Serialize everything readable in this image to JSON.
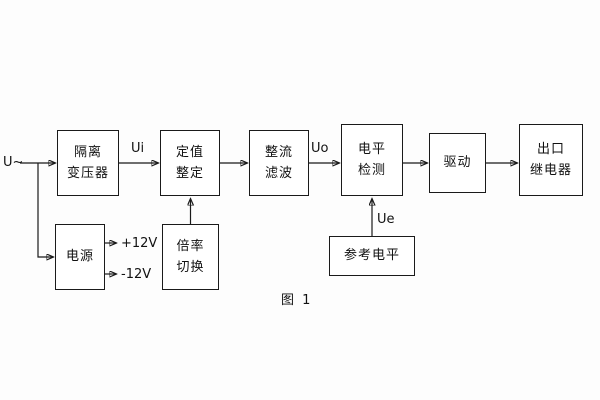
{
  "diagram": {
    "caption": "图 1",
    "blocks": {
      "isolation_transformer": {
        "line1": "隔离",
        "line2": "变压器"
      },
      "setting": {
        "line1": "定值",
        "line2": "整定"
      },
      "rectifier_filter": {
        "line1": "整流",
        "line2": "滤波"
      },
      "level_detect": {
        "line1": "电平",
        "line2": "检测"
      },
      "drive": {
        "line1": "驱动"
      },
      "output_relay": {
        "line1": "出口",
        "line2": "继电器"
      },
      "power": {
        "line1": "电源"
      },
      "rate_switch": {
        "line1": "倍率",
        "line2": "切换"
      },
      "reference_level": {
        "line1": "参考电平"
      }
    },
    "labels": {
      "input": "U~",
      "ui": "Ui",
      "uo": "Uo",
      "ue": "Ue",
      "plus12v": "+12V",
      "minus12v": "-12V"
    },
    "colors": {
      "line": "#1a1a1a",
      "box_border": "#1a1a1a",
      "background": "#fdfdfd"
    }
  }
}
